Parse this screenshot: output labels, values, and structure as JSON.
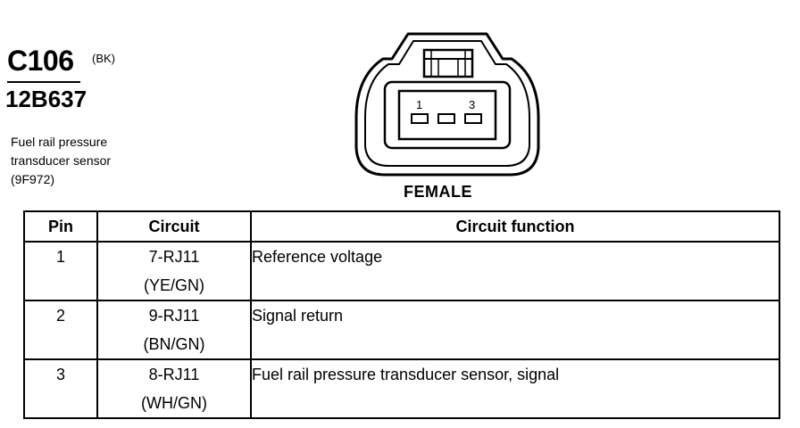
{
  "connector": {
    "id": "C106",
    "color_code": "(BK)",
    "part_number": "12B637",
    "description": [
      "Fuel rail pressure",
      "transducer sensor",
      "(9F972)"
    ],
    "gender": "FEMALE",
    "pin_labels": {
      "first": "1",
      "last": "3"
    }
  },
  "table": {
    "headers": {
      "pin": "Pin",
      "circuit": "Circuit",
      "function": "Circuit function"
    },
    "rows": [
      {
        "pin": "1",
        "circuit": "7-RJ11",
        "wire_color": "(YE/GN)",
        "function": "Reference voltage"
      },
      {
        "pin": "2",
        "circuit": "9-RJ11",
        "wire_color": "(BN/GN)",
        "function": "Signal return"
      },
      {
        "pin": "3",
        "circuit": "8-RJ11",
        "wire_color": "(WH/GN)",
        "function": "Fuel rail pressure transducer sensor, signal"
      }
    ]
  }
}
